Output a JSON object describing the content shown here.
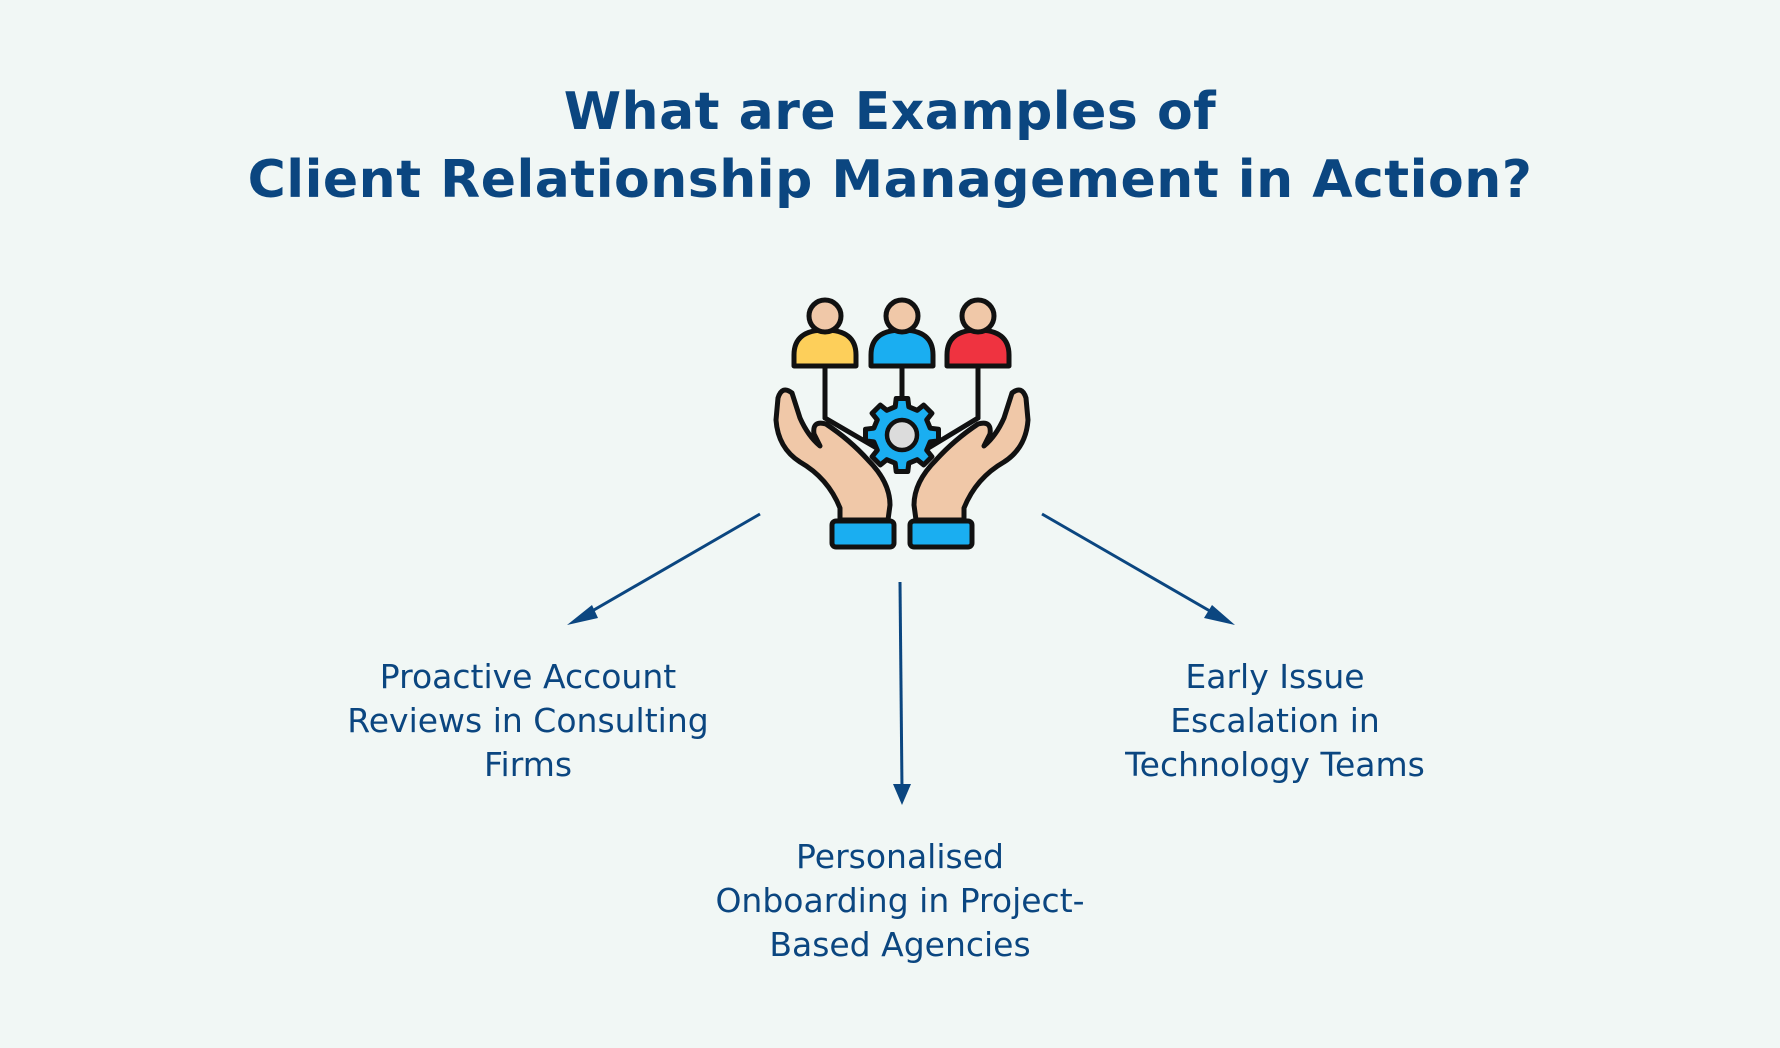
{
  "title": {
    "line1": "What are Examples of",
    "line2": "Client Relationship Management in Action?"
  },
  "icon": {
    "name": "client-management-icon",
    "people_colors": [
      "#fdcf5a",
      "#1aaef1",
      "#ef3340"
    ],
    "skin_color": "#f0c8a8",
    "cuff_color": "#1aaef1",
    "gear_color": "#1aaef1"
  },
  "colors": {
    "background": "#f1f7f5",
    "accent": "#0b4680"
  },
  "examples": [
    {
      "line1": "Proactive Account",
      "line2": "Reviews in Consulting",
      "line3": "Firms"
    },
    {
      "line1": "Personalised",
      "line2": "Onboarding in Project-",
      "line3": "Based Agencies"
    },
    {
      "line1": "Early Issue",
      "line2": "Escalation in",
      "line3": "Technology Teams"
    }
  ]
}
